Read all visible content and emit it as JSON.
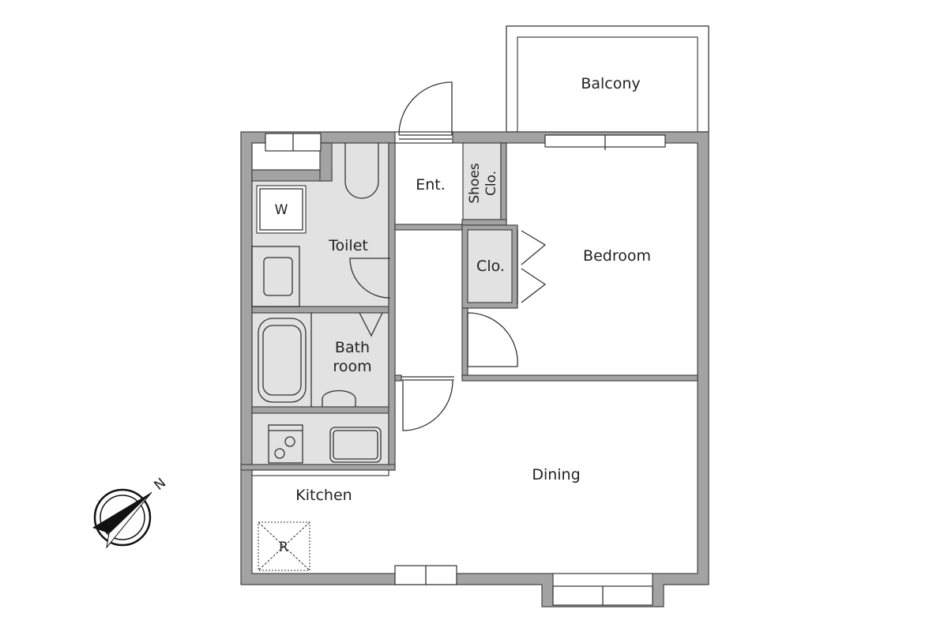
{
  "rooms": {
    "balcony": "Balcony",
    "entrance": "Ent.",
    "shoes_closet_1": "Shoes",
    "shoes_closet_2": "Clo.",
    "toilet": "Toilet",
    "washer": "W",
    "closet": "Clo.",
    "bedroom": "Bedroom",
    "bath_1": "Bath",
    "bath_2": "room",
    "kitchen": "Kitchen",
    "dining": "Dining",
    "refrigerator": "R"
  },
  "compass": {
    "north": "N"
  },
  "colors": {
    "wall": "#a3a3a3",
    "wet_area": "#e2e2e2",
    "line": "#333333"
  }
}
